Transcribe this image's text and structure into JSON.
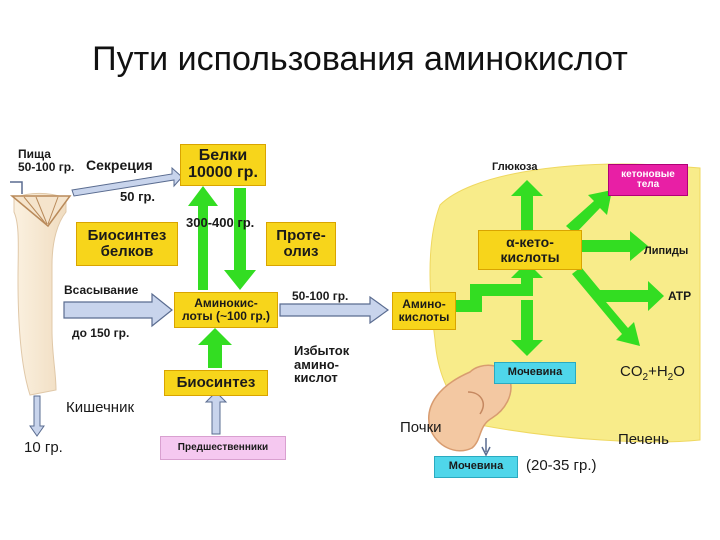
{
  "title": "Пути использования аминокислот",
  "labels": {
    "food": "Пища\n50-100 гр.",
    "secretion": "Секреция",
    "secretion_amount": "50 гр.",
    "proteins": "Белки\n10000 гр.",
    "turnover": "300-400 гр.",
    "biosynthesis_proteins": "Биосинтез\nбелков",
    "proteolysis": "Проте-\nолиз",
    "absorption": "Всасывание",
    "absorption_amount": "до 150 гр.",
    "amino_pool": "Аминокис-\nлоты (~100 гр.)",
    "transfer_amount": "50-100 гр.",
    "liver_amino": "Амино-\nкислоты",
    "excess": "Избыток\nамино-\nкислот",
    "biosynthesis": "Биосинтез",
    "precursors": "Предшественники",
    "intestine": "Кишечник",
    "excreted": "10 гр.",
    "glucose": "Глюкоза",
    "ketone_bodies": "кетоновые\nтела",
    "keto_acids": "α-кето-\nкислоты",
    "lipids": "Липиды",
    "atp": "ATP",
    "co2_h2o_part1": "CO",
    "co2_h2o_sub1": "2",
    "co2_h2o_part2": "+H",
    "co2_h2o_sub2": "2",
    "co2_h2o_part3": "O",
    "urea_liver": "Мочевина",
    "kidneys": "Почки",
    "urea_kidney": "Мочевина",
    "urea_amount": "(20-35 гр.)",
    "liver": "Печень"
  },
  "colors": {
    "arrow_green": "#33dd22",
    "arrow_gray_fill": "#c8d4ec",
    "arrow_gray_stroke": "#5a6c90",
    "box_yellow": "#f7d51b",
    "box_cyan": "#4fd6ea",
    "box_magenta": "#e81fa5",
    "box_pink": "#f5c8f0",
    "liver_fill": "#f8ec8a"
  }
}
